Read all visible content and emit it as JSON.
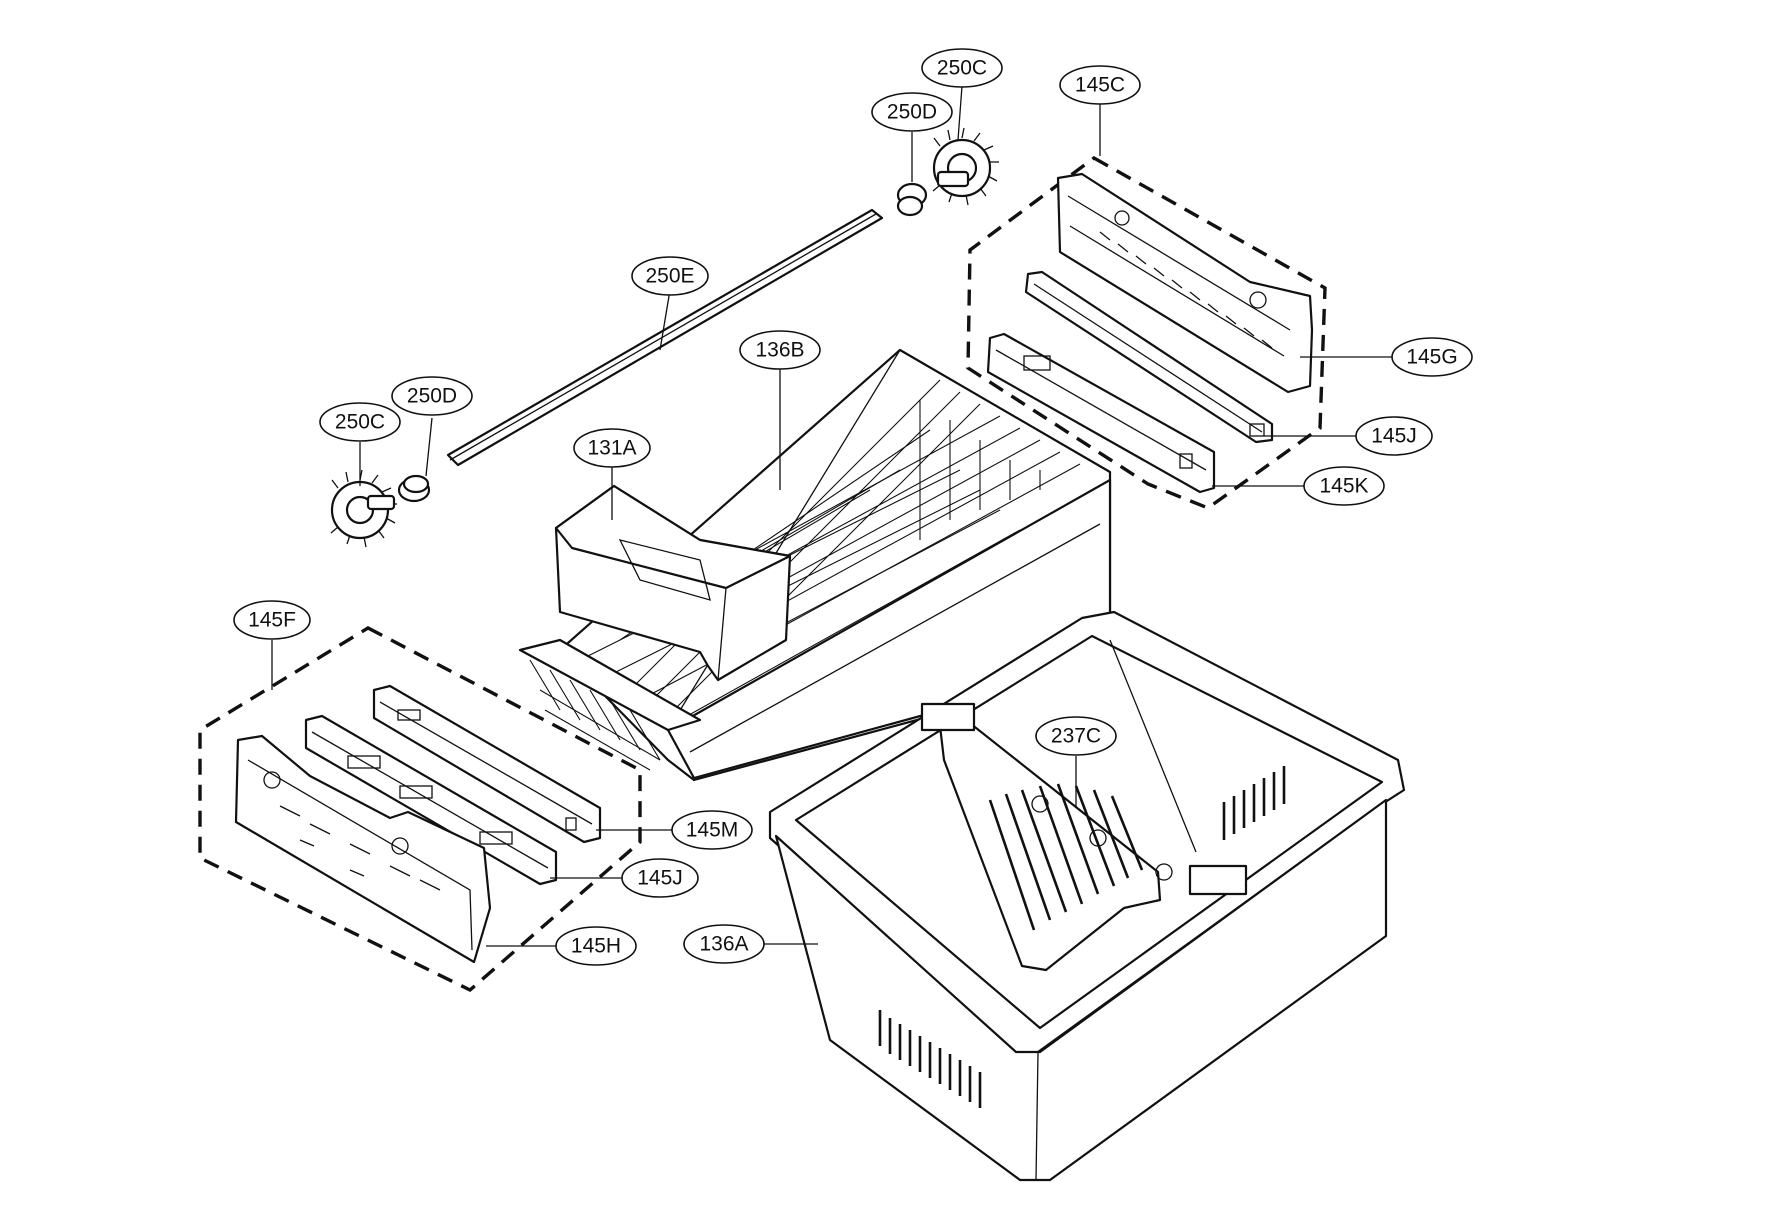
{
  "callouts": [
    {
      "id": "250C-top",
      "text": "250C"
    },
    {
      "id": "250D-top",
      "text": "250D"
    },
    {
      "id": "145C",
      "text": "145C"
    },
    {
      "id": "250E",
      "text": "250E"
    },
    {
      "id": "136B",
      "text": "136B"
    },
    {
      "id": "145G",
      "text": "145G"
    },
    {
      "id": "250C-left",
      "text": "250C"
    },
    {
      "id": "250D-left",
      "text": "250D"
    },
    {
      "id": "131A",
      "text": "131A"
    },
    {
      "id": "145J-right",
      "text": "145J"
    },
    {
      "id": "145K",
      "text": "145K"
    },
    {
      "id": "145F",
      "text": "145F"
    },
    {
      "id": "237C",
      "text": "237C"
    },
    {
      "id": "145M",
      "text": "145M"
    },
    {
      "id": "145J-left",
      "text": "145J"
    },
    {
      "id": "145H",
      "text": "145H"
    },
    {
      "id": "136A",
      "text": "136A"
    }
  ]
}
